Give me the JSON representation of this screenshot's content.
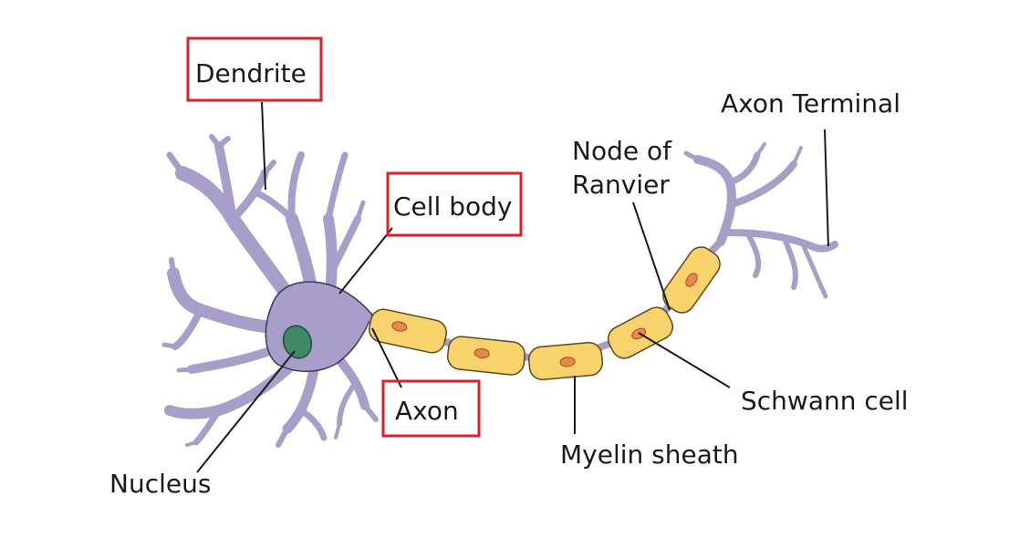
{
  "colors": {
    "cell": "#a79fca",
    "cell_outline": "#3a355e",
    "myelin": "#f8d36c",
    "myelin_outline": "#5b4a1a",
    "schwann_nucleus": "#e8884f",
    "nucleus": "#3f8a66",
    "highlight_box": "#e31e24",
    "text": "#1a1a1a"
  },
  "labels": {
    "dendrite": "Dendrite",
    "cell_body": "Cell body",
    "axon": "Axon",
    "nucleus": "Nucleus",
    "node_line1": "Node of",
    "node_line2": "Ranvier",
    "axon_terminal": "Axon Terminal",
    "schwann": "Schwann cell",
    "myelin": "Myelin sheath"
  }
}
